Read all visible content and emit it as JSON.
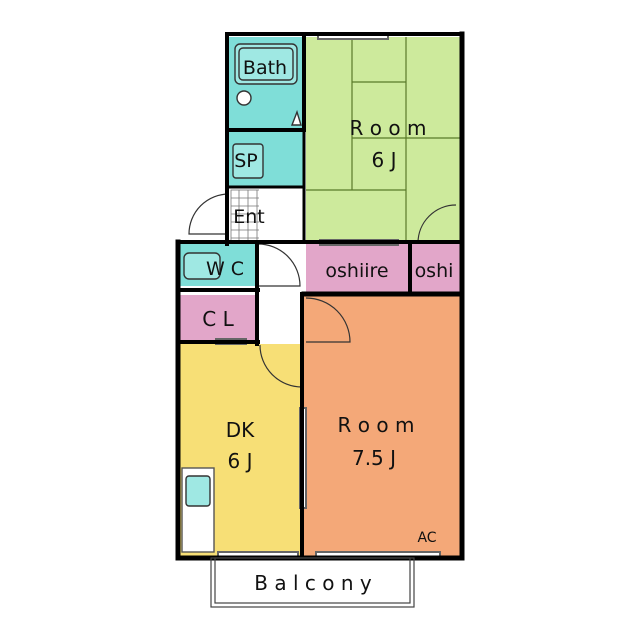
{
  "floorplan": {
    "bath": "Bath",
    "sp": "SP",
    "ent": "Ent",
    "wc": "W C",
    "cl": "C L",
    "room_jp": {
      "name": "R o o m",
      "size": "6 J"
    },
    "oshiire": "oshiire",
    "oshi": "oshi",
    "dk": {
      "name": "DK",
      "size": "6 J"
    },
    "room_west": {
      "name": "R o o m",
      "size": "7.5 J"
    },
    "ac": "AC",
    "balcony": "B a l c o n y"
  },
  "colors": {
    "bath": "#7fded8",
    "tatami": "#cdea9c",
    "closet": "#e2a6c9",
    "dk": "#f7df76",
    "room": "#f4a878",
    "wall": "#000000"
  }
}
